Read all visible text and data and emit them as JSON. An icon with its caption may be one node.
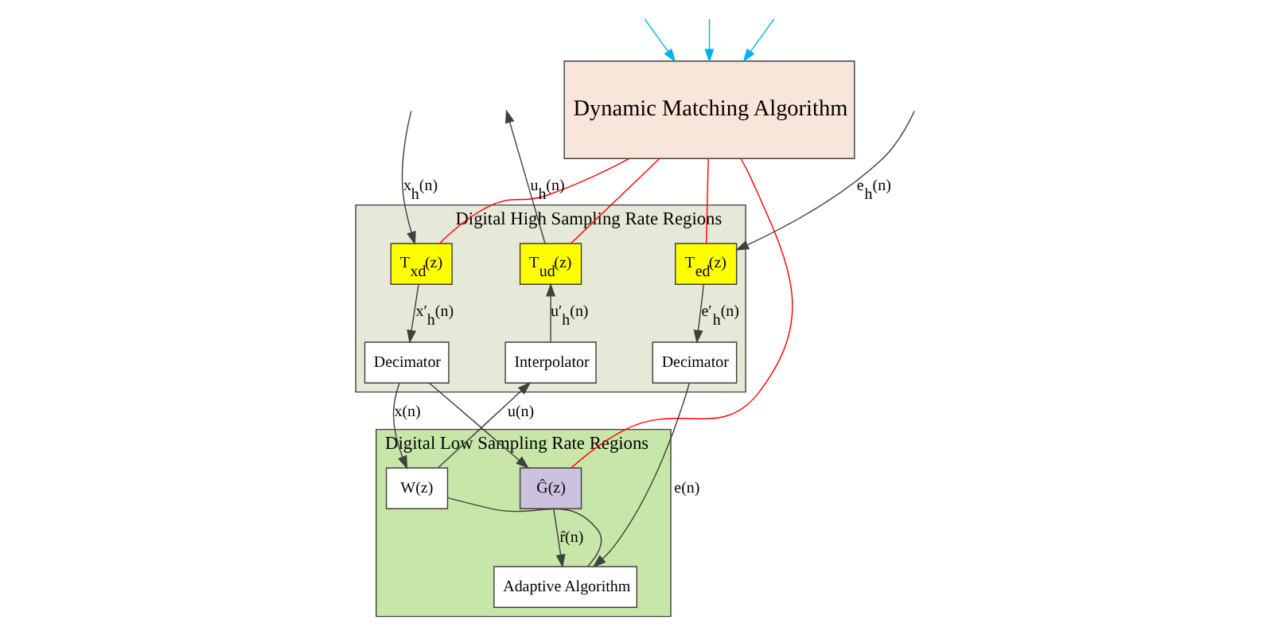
{
  "diagram": {
    "nodes": [
      {
        "text": [
          "Dynamic Matching Algorithm"
        ]
      },
      {
        "text": [
          "Digital High Sampling Rate Regions"
        ]
      },
      {
        "text": [
          "T$_{xd}$(z)"
        ],
        "in": 1
      },
      {
        "text": [
          "T$_{ud}$(z)"
        ],
        "in": 1
      },
      {
        "text": [
          "T$_{ed}$(z)"
        ],
        "in": 1
      },
      {
        "text": [
          "Decimator"
        ],
        "in": 1
      },
      {
        "text": [
          "Interpolator"
        ],
        "in": 1
      },
      {
        "text": [
          "Decimator"
        ],
        "in": 1
      },
      {
        "text": [
          "Digital Low Sampling Rate Regions"
        ]
      },
      {
        "text": [
          "W(z)"
        ],
        "in": 8
      },
      {
        "text": [
          "Ĝ(z)"
        ],
        "in": 8
      },
      {
        "text": [
          "Adaptive Algorithm"
        ],
        "in": 8
      }
    ],
    "edges": [
      {
        "from": null,
        "to": 2,
        "arrow": "to",
        "label": "x$_{h}$(n)"
      },
      {
        "from": null,
        "to": 0,
        "arrow": "to",
        "color": "#00b0f0"
      },
      {
        "from": null,
        "to": 0,
        "arrow": "to",
        "color": "#00b0f0"
      },
      {
        "from": null,
        "to": 0,
        "arrow": "to",
        "color": "#00b0f0"
      },
      {
        "from": 0,
        "to": 2,
        "arrow": "none",
        "color": "#ff0000"
      },
      {
        "from": 0,
        "to": 3,
        "arrow": "none",
        "color": "#ff0000"
      },
      {
        "from": 0,
        "to": 4,
        "arrow": "none",
        "color": "#ff0000"
      },
      {
        "from": 0,
        "to": 10,
        "arrow": "none",
        "color": "#ff0000"
      },
      {
        "from": 3,
        "to": null,
        "arrow": "to",
        "label": "u$_{h}$(n)"
      },
      {
        "from": null,
        "to": 4,
        "arrow": "to",
        "label": "e$_{h}$(n)"
      },
      {
        "from": 2,
        "to": 5,
        "arrow": "to",
        "label": "x′$_{h}$(n)"
      },
      {
        "from": 6,
        "to": 3,
        "arrow": "to",
        "label": "u′$_{h}$(n)"
      },
      {
        "from": 4,
        "to": 7,
        "arrow": "to",
        "label": "e′$_{h}$(n)"
      },
      {
        "from": 5,
        "to": 9,
        "arrow": "to",
        "label": "x(n)"
      },
      {
        "from": 5,
        "to": 10,
        "arrow": "to"
      },
      {
        "from": 9,
        "to": 6,
        "arrow": "to",
        "label": "u(n)"
      },
      {
        "from": 10,
        "to": 11,
        "arrow": "to",
        "label": "r̂(n)"
      },
      {
        "from": 7,
        "to": 11,
        "arrow": "to",
        "label": "e(n)"
      },
      {
        "from": 11,
        "to": 9,
        "arrow": "none"
      }
    ]
  }
}
